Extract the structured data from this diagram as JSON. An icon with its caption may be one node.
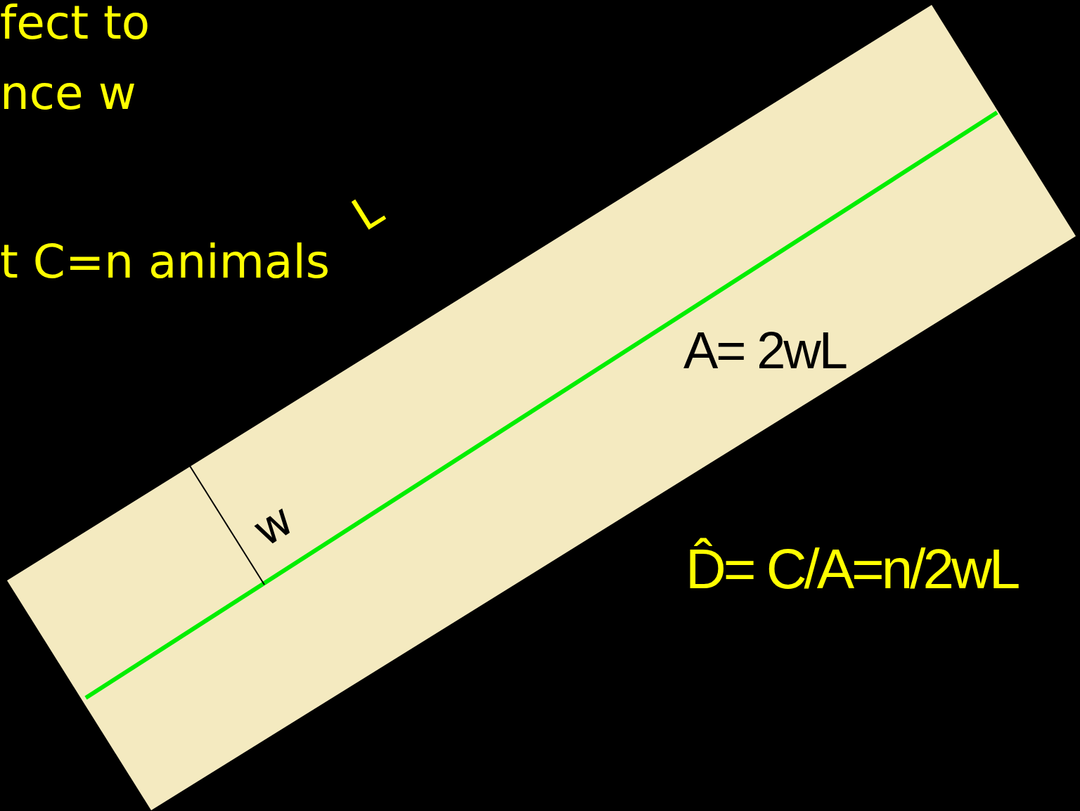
{
  "diagram": {
    "labels": [
      "fect to",
      "nce w",
      "t C=n animals",
      "L",
      "w",
      "A= 2wL",
      "D̂= C/A=n/2wL"
    ]
  }
}
